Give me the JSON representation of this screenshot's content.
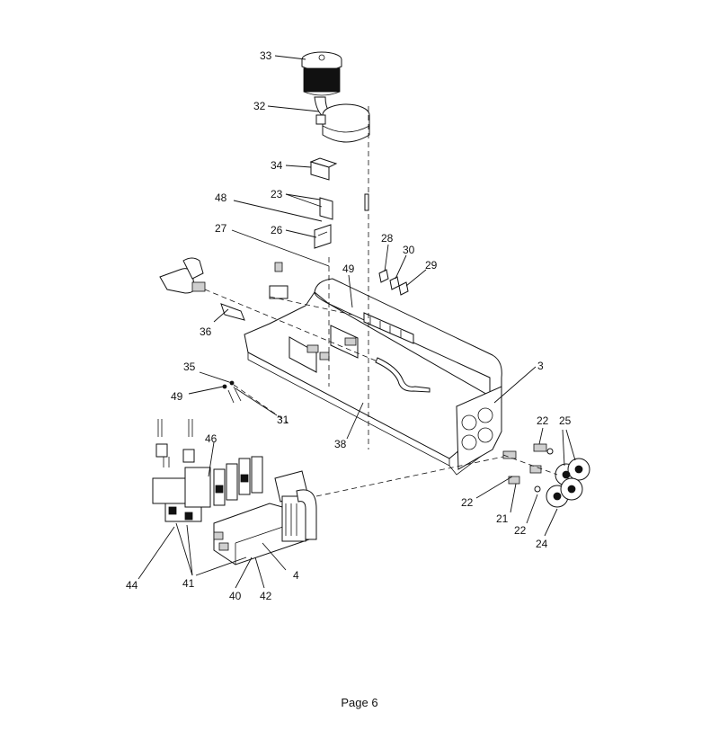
{
  "diagram": {
    "callouts": {
      "c33": "33",
      "c32": "32",
      "c34": "34",
      "c23": "23",
      "c48": "48",
      "c26": "26",
      "c27": "27",
      "c28": "28",
      "c30": "30",
      "c29": "29",
      "c49a": "49",
      "c36": "36",
      "c3": "3",
      "c35": "35",
      "c49b": "49",
      "c31": "31",
      "c22a": "22",
      "c25": "25",
      "c46": "46",
      "c38": "38",
      "c22b": "22",
      "c21": "21",
      "c22c": "22",
      "c24": "24",
      "c44": "44",
      "c41": "41",
      "c4": "4",
      "c40": "40",
      "c42": "42"
    }
  },
  "footer": {
    "page_label": "Page 6"
  }
}
